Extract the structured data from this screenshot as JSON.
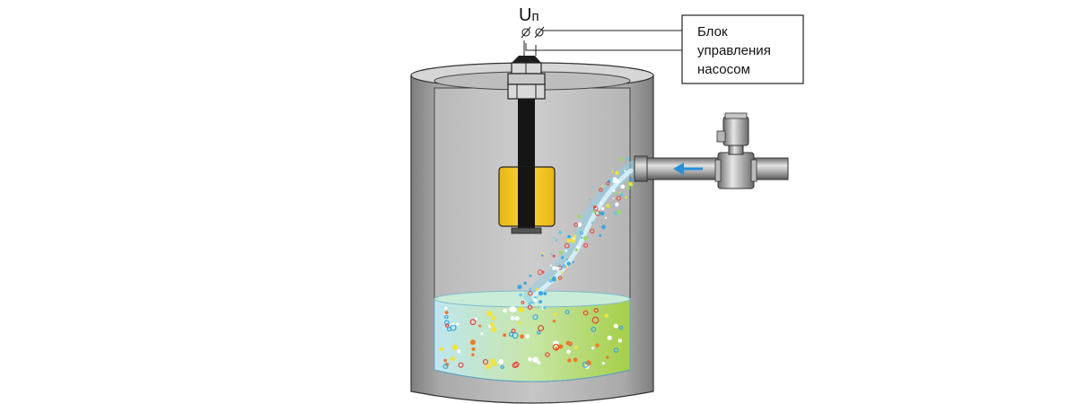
{
  "supply_label_main": "U",
  "supply_label_sub": "п",
  "control_unit_lines": [
    "Блок",
    "управления",
    "насосом"
  ],
  "colors": {
    "tank_outer": "#9a9a9a",
    "tank_inner": "#c4c4c4",
    "float": "#f6c925",
    "rod": "#1a1a1a",
    "liquid_left": "#bfe6f2",
    "liquid_right": "#a9d24f",
    "flow_arrow": "#2a8fd6"
  },
  "icons": [
    "terminal-icon",
    "float-switch-icon",
    "solenoid-valve-icon",
    "flow-arrow-icon"
  ]
}
